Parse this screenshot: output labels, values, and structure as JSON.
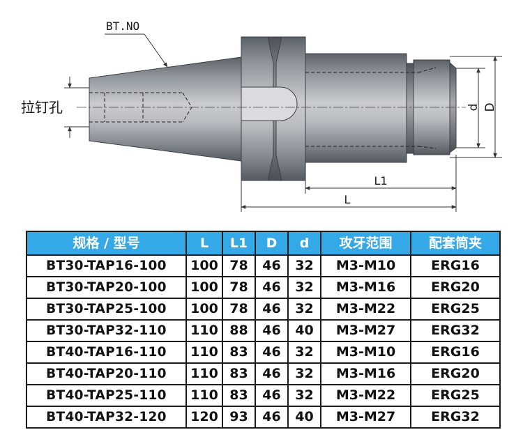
{
  "drawing": {
    "bt_no_label": "BT.NO",
    "pull_stud_hole_label": "拉钉孔",
    "dim_L": "L",
    "dim_L1": "L1",
    "dim_D": "D",
    "dim_d": "d"
  },
  "table": {
    "headers": [
      "规格 / 型号",
      "L",
      "L1",
      "D",
      "d",
      "攻牙范围",
      "配套筒夹"
    ],
    "rows": [
      [
        "BT30-TAP16-100",
        "100",
        "78",
        "46",
        "32",
        "M3-M10",
        "ERG16"
      ],
      [
        "BT30-TAP20-100",
        "100",
        "78",
        "46",
        "32",
        "M3-M16",
        "ERG20"
      ],
      [
        "BT30-TAP25-100",
        "100",
        "78",
        "46",
        "32",
        "M3-M22",
        "ERG25"
      ],
      [
        "BT30-TAP32-110",
        "110",
        "88",
        "46",
        "40",
        "M3-M27",
        "ERG32"
      ],
      [
        "BT40-TAP16-110",
        "110",
        "83",
        "46",
        "32",
        "M3-M10",
        "ERG16"
      ],
      [
        "BT40-TAP20-110",
        "110",
        "83",
        "46",
        "32",
        "M3-M16",
        "ERG20"
      ],
      [
        "BT40-TAP25-110",
        "110",
        "83",
        "46",
        "32",
        "M3-M22",
        "ERG25"
      ],
      [
        "BT40-TAP32-120",
        "120",
        "93",
        "46",
        "40",
        "M3-M27",
        "ERG32"
      ]
    ]
  }
}
